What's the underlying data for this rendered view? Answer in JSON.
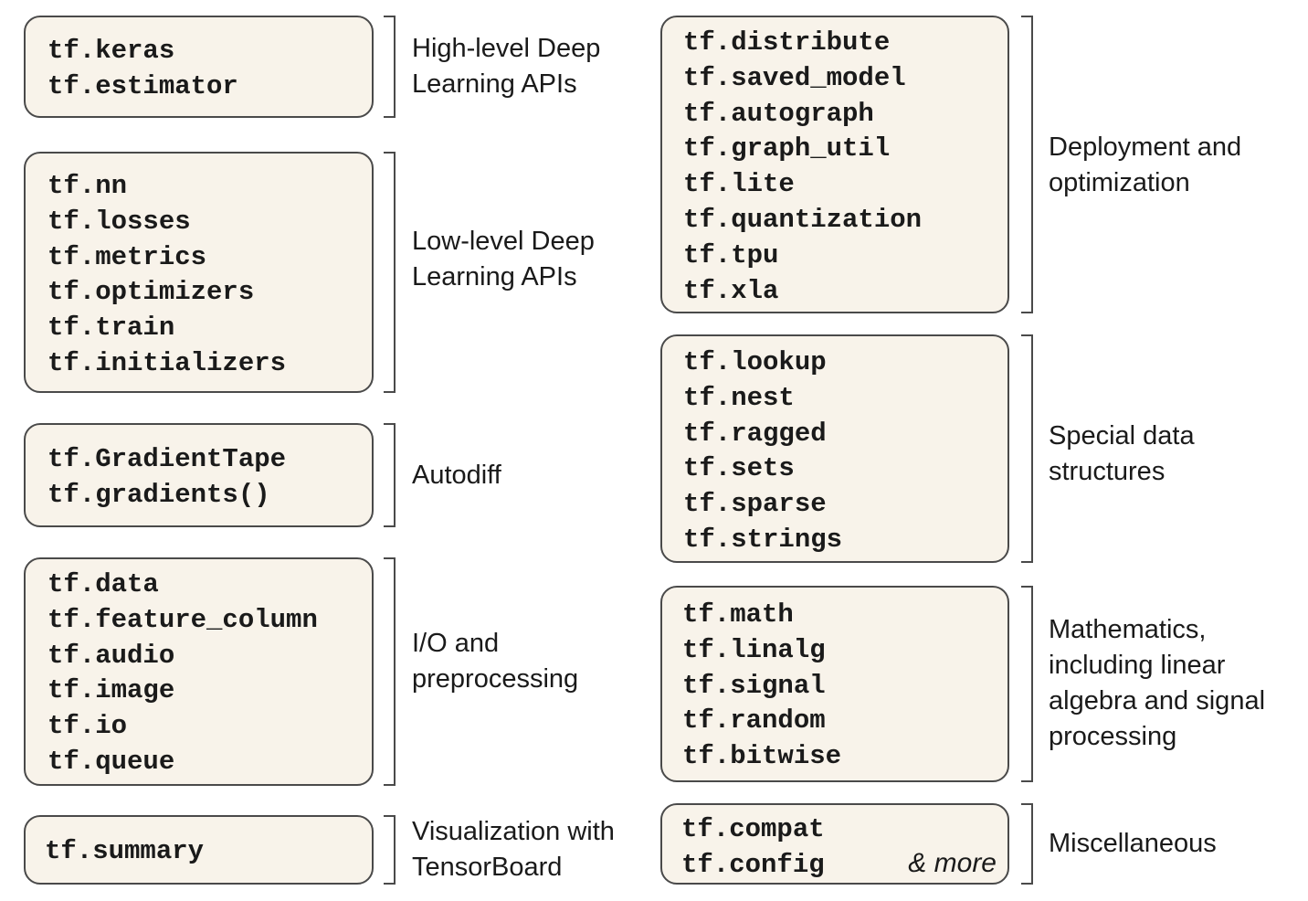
{
  "groups": [
    {
      "items": [
        "tf.keras",
        "tf.estimator"
      ],
      "label": [
        "High-level Deep",
        "Learning APIs"
      ]
    },
    {
      "items": [
        "tf.nn",
        "tf.losses",
        "tf.metrics",
        "tf.optimizers",
        "tf.train",
        "tf.initializers"
      ],
      "label": [
        "Low-level Deep",
        "Learning APIs"
      ]
    },
    {
      "items": [
        "tf.GradientTape",
        "tf.gradients()"
      ],
      "label": [
        "Autodiff"
      ]
    },
    {
      "items": [
        "tf.data",
        "tf.feature_column",
        "tf.audio",
        "tf.image",
        "tf.io",
        "tf.queue"
      ],
      "label": [
        "I/O and",
        "preprocessing"
      ]
    },
    {
      "items": [
        "tf.summary"
      ],
      "label": [
        "Visualization with",
        "TensorBoard"
      ]
    },
    {
      "items": [
        "tf.distribute",
        "tf.saved_model",
        "tf.autograph",
        "tf.graph_util",
        "tf.lite",
        "tf.quantization",
        "tf.tpu",
        "tf.xla"
      ],
      "label": [
        "Deployment and",
        "optimization"
      ]
    },
    {
      "items": [
        "tf.lookup",
        "tf.nest",
        "tf.ragged",
        "tf.sets",
        "tf.sparse",
        "tf.strings"
      ],
      "label": [
        "Special data",
        "structures"
      ]
    },
    {
      "items": [
        "tf.math",
        "tf.linalg",
        "tf.signal",
        "tf.random",
        "tf.bitwise"
      ],
      "label": [
        "Mathematics,",
        "including linear",
        "algebra and signal",
        "processing"
      ]
    },
    {
      "items": [
        "tf.compat",
        "tf.config"
      ],
      "label": [
        "Miscellaneous"
      ],
      "more": "& more"
    }
  ],
  "colors": {
    "box_fill": "#f8f3ea",
    "box_border": "#4a4a4a",
    "text": "#1a1a1a"
  }
}
